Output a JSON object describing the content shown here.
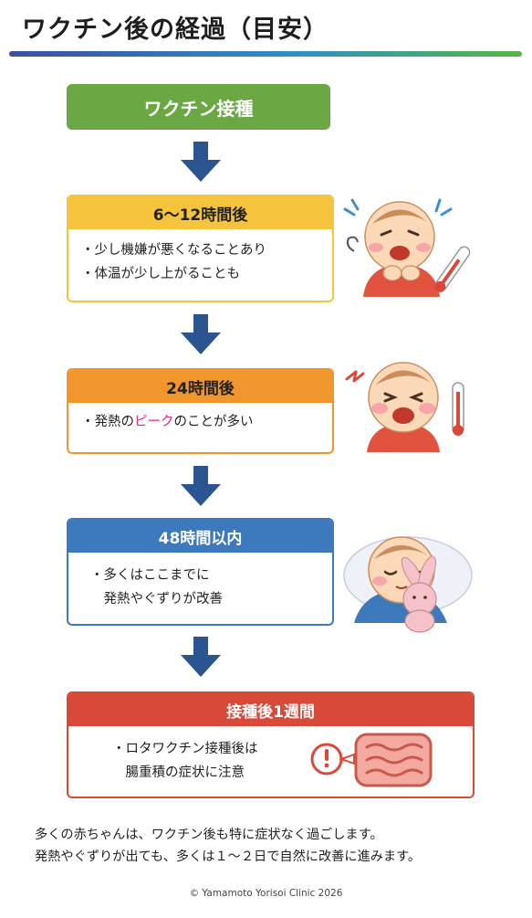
{
  "title": "ワクチン後の経過（目安）",
  "start": {
    "label": "ワクチン接種"
  },
  "stages": [
    {
      "header": "6〜12時間後",
      "lines": [
        "・少し機嫌が悪くなることあり",
        "・体温が少し上がることも"
      ],
      "color": "#f5c43c"
    },
    {
      "header": "24時間後",
      "line_prefix": "・発熱の",
      "line_highlight": "ピーク",
      "line_suffix": "のことが多い",
      "color": "#f0962d",
      "highlight_color": "#e5239a"
    },
    {
      "header": "48時間以内",
      "lines": [
        "・多くはここまでに",
        "　発熱やぐずりが改善"
      ],
      "color": "#3d79bd"
    },
    {
      "header": "接種後1週間",
      "lines": [
        "・ロタワクチン接種後は",
        "　腸重積の症状に注意"
      ],
      "color": "#d9493a"
    }
  ],
  "icons": [
    "down-arrow-icon",
    "fussy-baby-with-thermometer",
    "feverish-baby-with-thermometer",
    "sleeping-baby-with-bunny",
    "intestine-warning-icon"
  ],
  "note": {
    "line1": "多くの赤ちゃんは、ワクチン後も特に症状なく過ごします。",
    "line2": "発熱やぐずりが出ても、多くは１〜２日で自然に改善に進みます。"
  },
  "copyright": "© Yamamoto Yorisoi Clinic 2026"
}
